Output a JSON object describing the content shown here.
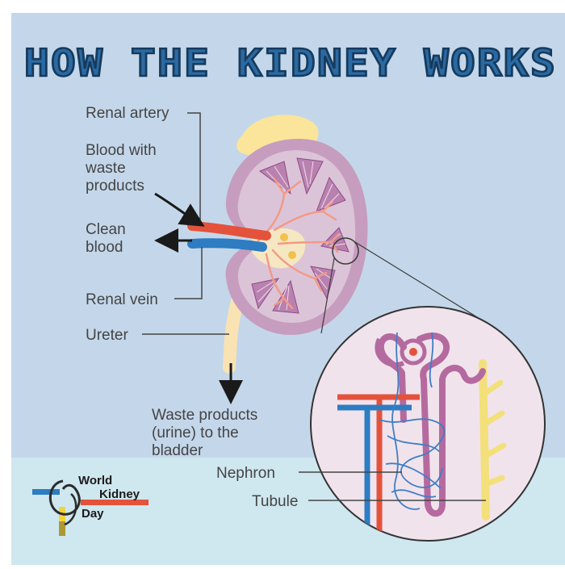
{
  "title": "HOW THE KIDNEY WORKS",
  "labels": {
    "renal_artery": "Renal artery",
    "blood_waste": [
      "Blood with",
      "waste",
      "products"
    ],
    "clean_blood": [
      "Clean",
      "blood"
    ],
    "renal_vein": "Renal vein",
    "ureter": "Ureter",
    "waste_urine": [
      "Waste products",
      "(urine) to the",
      "bladder"
    ],
    "nephron": "Nephron",
    "tubule": "Tubule"
  },
  "logo": [
    "World",
    "Kidney",
    "Day"
  ],
  "colors": {
    "background": "#c4d7ea",
    "bottom_band": "#cfe7ef",
    "title_fill": "#2a6aa3",
    "title_outline": "#173a5c",
    "kidney": "#c69dbf",
    "kidney_inner": "#dcc4d8",
    "adrenal": "#fbe59a",
    "artery": "#e4523b",
    "vein": "#2e7cc2",
    "ureter": "#f9e3b3",
    "nephron_tube": "#b56a9f",
    "tubule": "#f3e07a"
  },
  "icons": {
    "logo": "world-kidney-day-logo",
    "pyramid": "renal-pyramid-shape",
    "arrow": "black-arrow"
  }
}
